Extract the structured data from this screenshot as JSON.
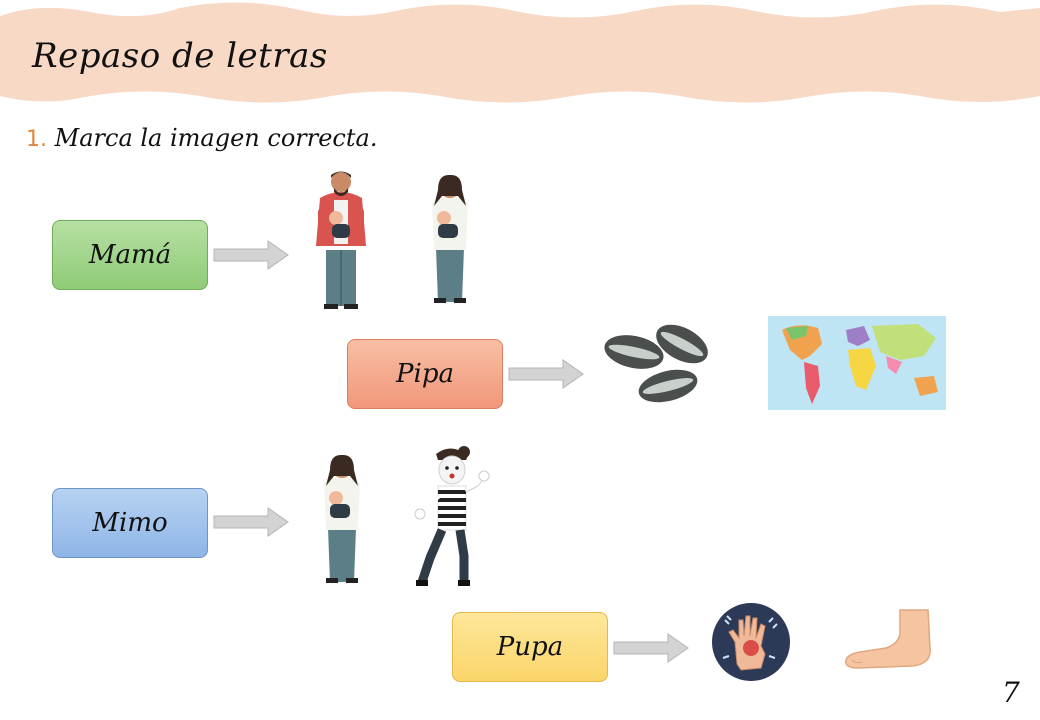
{
  "header": {
    "title": "Repaso de letras"
  },
  "exercise": {
    "number": "1.",
    "instruction": "Marca la imagen correcta."
  },
  "words": [
    {
      "label": "Mamá",
      "color": "green"
    },
    {
      "label": "Pipa",
      "color": "orange"
    },
    {
      "label": "Mimo",
      "color": "blue"
    },
    {
      "label": "Pupa",
      "color": "yellow"
    }
  ],
  "images": {
    "row1": [
      "father-holding-baby-icon",
      "mother-holding-baby-icon"
    ],
    "row2": [
      "sunflower-seeds-icon",
      "world-map-icon"
    ],
    "row3": [
      "mother-holding-baby-icon",
      "mime-icon"
    ],
    "row4": [
      "injured-hand-icon",
      "foot-icon"
    ]
  },
  "colors": {
    "banner": "#f8d9c6",
    "number_accent": "#e0873a"
  },
  "page": {
    "number": "7"
  }
}
